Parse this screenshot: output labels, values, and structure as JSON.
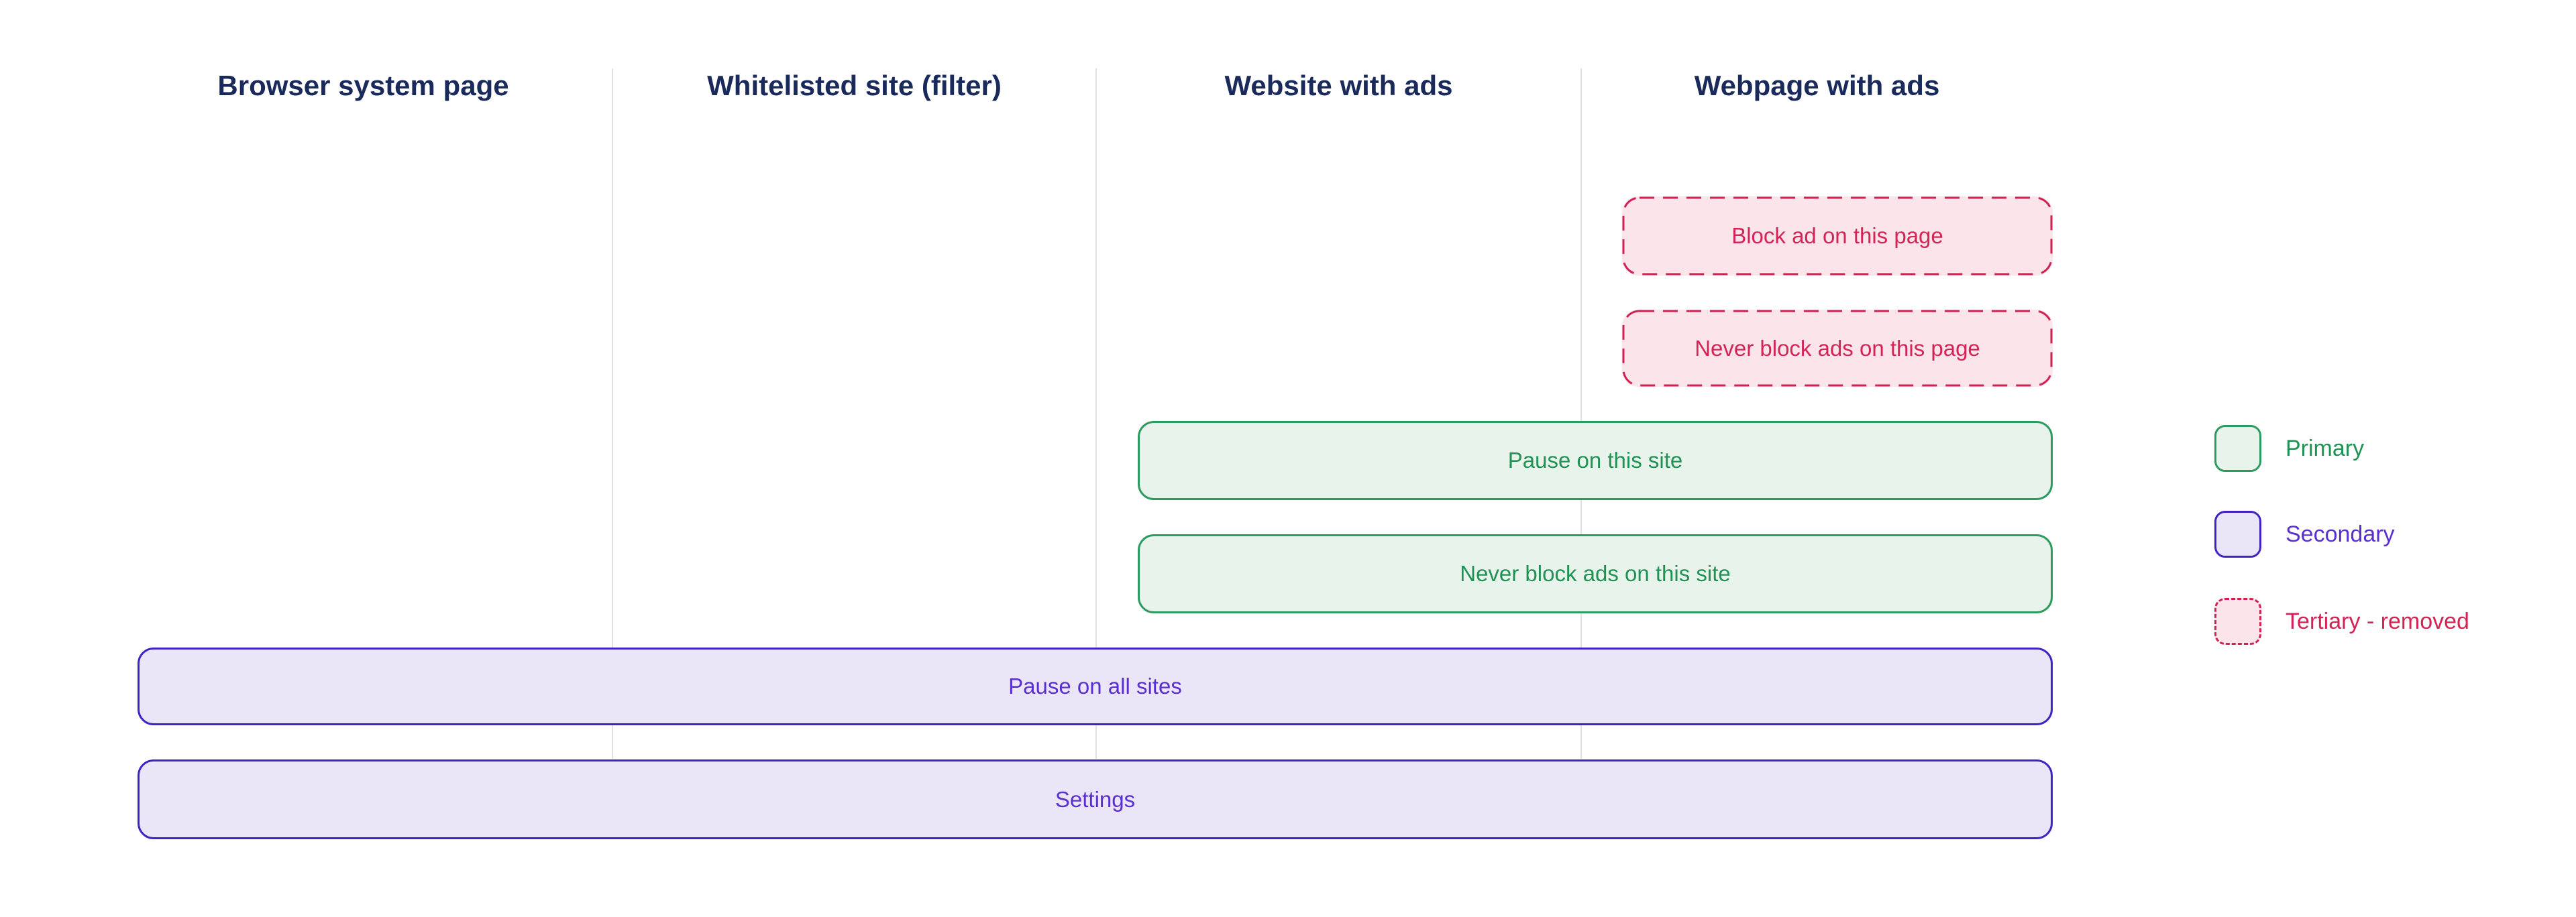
{
  "columns": [
    {
      "label": "Browser system page"
    },
    {
      "label": "Whitelisted site (filter)"
    },
    {
      "label": "Website with ads"
    },
    {
      "label": "Webpage with ads"
    }
  ],
  "buttons": [
    {
      "label": "Block ad on this page",
      "variant": "tertiary"
    },
    {
      "label": "Never block ads on this page",
      "variant": "tertiary"
    },
    {
      "label": "Pause on this site",
      "variant": "primary"
    },
    {
      "label": "Never block ads on this site",
      "variant": "primary"
    },
    {
      "label": "Pause on all sites",
      "variant": "secondary"
    },
    {
      "label": "Settings",
      "variant": "secondary"
    }
  ],
  "legend": {
    "items": [
      {
        "label": "Primary",
        "variant": "primary"
      },
      {
        "label": "Secondary",
        "variant": "secondary"
      },
      {
        "label": "Tertiary - removed",
        "variant": "tertiary"
      }
    ]
  },
  "colors": {
    "header_text": "#1a2a5a",
    "primary_text": "#1f9254",
    "primary_border": "#2b9b60",
    "primary_fill": "#e8f3ec",
    "secondary_text": "#5a2fd0",
    "secondary_border": "#4123c4",
    "secondary_fill": "#ebe5f8",
    "tertiary_text": "#d22556",
    "tertiary_border": "#cf2253",
    "tertiary_fill": "#fbe4ea",
    "divider": "#e1e1e1"
  }
}
